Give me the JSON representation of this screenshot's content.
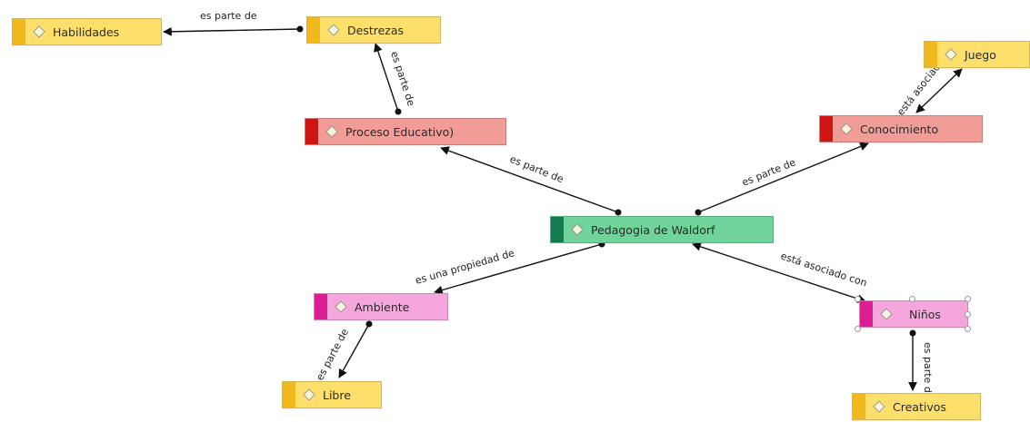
{
  "nodes": {
    "habilidades": "Habilidades",
    "destrezas": "Destrezas",
    "proceso": "Proceso Educativo)",
    "juego": "Juego",
    "conocimiento": "Conocimiento",
    "pedagogia": "Pedagogia de Waldorf",
    "ambiente": "Ambiente",
    "ninos": "Niños",
    "libre": "Libre",
    "creativos": "Creativos"
  },
  "edges": {
    "destrezas_habilidades": "es parte de",
    "proceso_destrezas": "es parte de",
    "pedagogia_proceso": "es parte de",
    "pedagogia_conocimiento": "es parte de",
    "conocimiento_juego": "está asociado",
    "pedagogia_ambiente": "es una propiedad de",
    "pedagogia_ninos": "está asociado con",
    "ambiente_libre": "es parte de",
    "ninos_creativos": "es parte d"
  },
  "colors": {
    "yellow_fill": "#fde06c",
    "yellow_bar": "#f2b81b",
    "red_fill": "#f29c98",
    "red_bar": "#cf1414",
    "pink_fill": "#f5a6dc",
    "pink_bar": "#dd1d92",
    "green_fill": "#6fd39a",
    "green_bar": "#137a52"
  }
}
